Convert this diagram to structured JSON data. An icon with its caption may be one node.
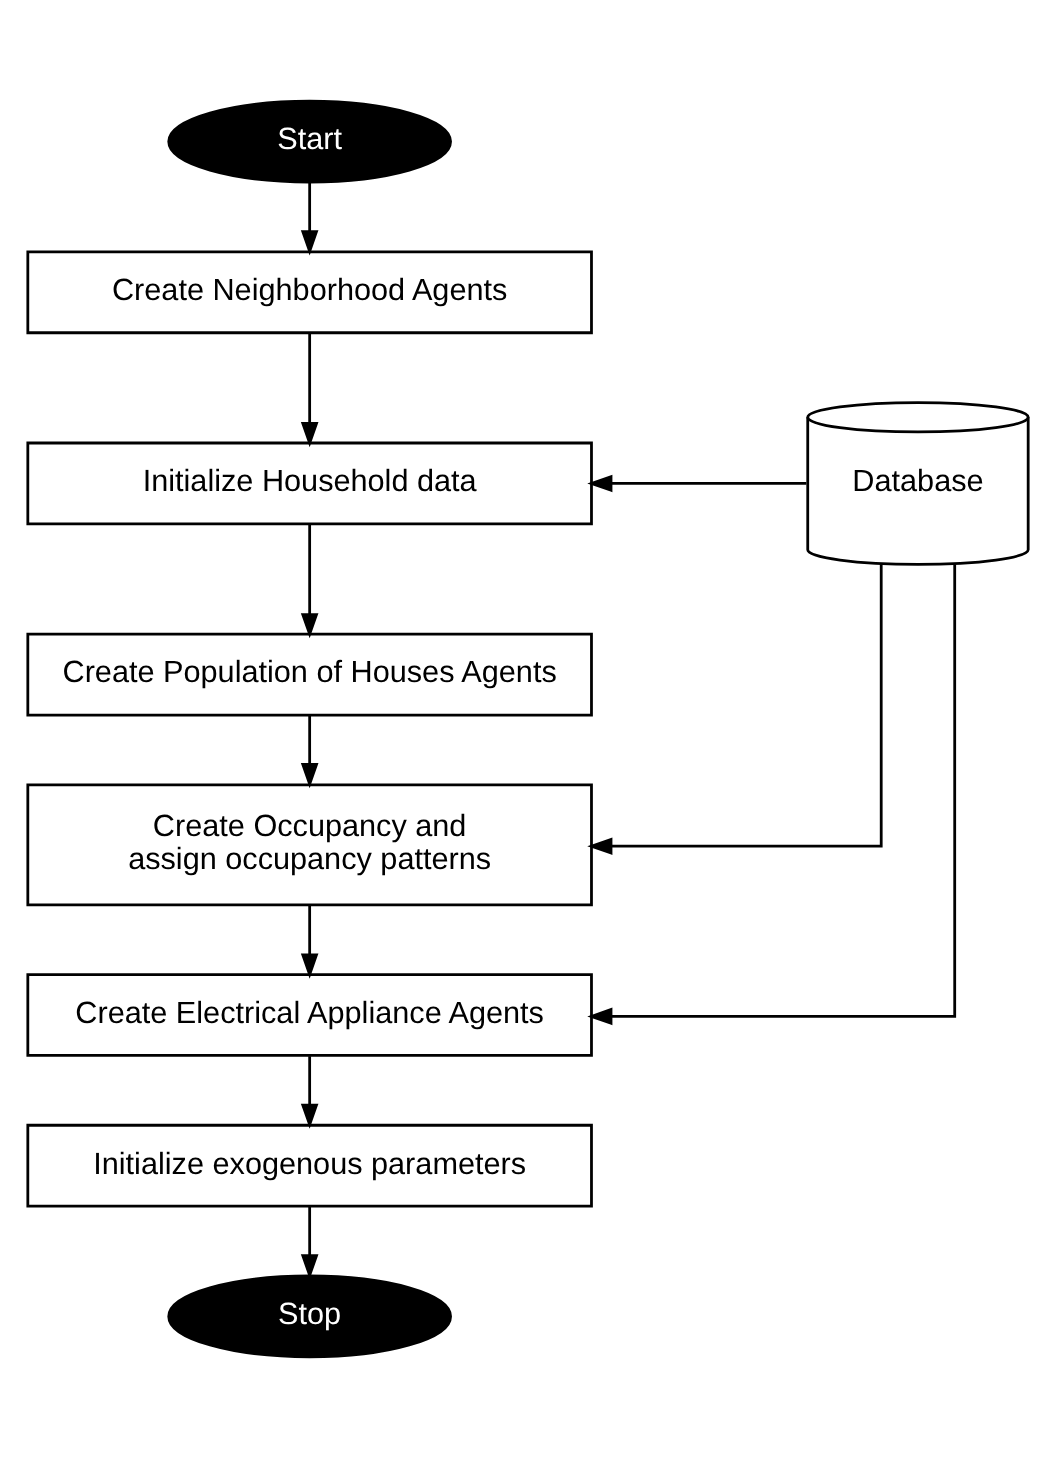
{
  "diagram": {
    "nodes": [
      {
        "text": [
          "Start"
        ]
      },
      {
        "text": [
          "Create Neighborhood Agents"
        ]
      },
      {
        "text": [
          "Initialize Household data"
        ]
      },
      {
        "text": [
          "Database"
        ]
      },
      {
        "text": [
          "Create Population of Houses Agents"
        ]
      },
      {
        "text": [
          "Create Occupancy and assign occupancy patterns"
        ]
      },
      {
        "text": [
          "Create Electrical Appliance Agents"
        ]
      },
      {
        "text": [
          "Initialize exogenous parameters"
        ]
      },
      {
        "text": [
          "Stop"
        ]
      }
    ],
    "edges": [
      {
        "from": 0,
        "to": 1,
        "arrow": "to"
      },
      {
        "from": 1,
        "to": 2,
        "arrow": "to"
      },
      {
        "from": 3,
        "to": 2,
        "arrow": "to"
      },
      {
        "from": 2,
        "to": 4,
        "arrow": "to"
      },
      {
        "from": 4,
        "to": 5,
        "arrow": "to"
      },
      {
        "from": 3,
        "to": 5,
        "arrow": "to"
      },
      {
        "from": 5,
        "to": 6,
        "arrow": "to"
      },
      {
        "from": 3,
        "to": 6,
        "arrow": "to"
      },
      {
        "from": 6,
        "to": 7,
        "arrow": "to"
      },
      {
        "from": 7,
        "to": 8,
        "arrow": "to"
      }
    ]
  }
}
